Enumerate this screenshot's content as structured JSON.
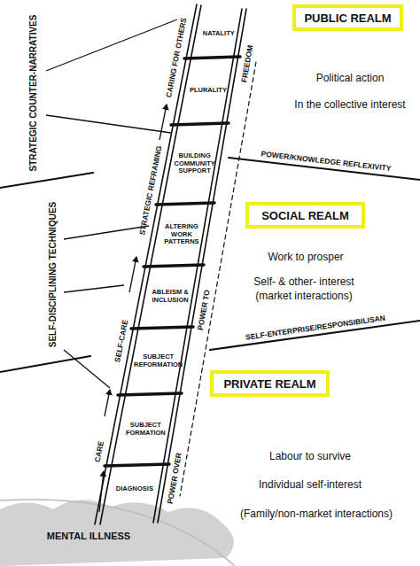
{
  "diagram": {
    "nodes": [
      {
        "text": [
          "NATALITY"
        ]
      },
      {
        "text": [
          "PLURALITY"
        ]
      },
      {
        "text": [
          "BUILDING COMMUNITY SUPPORT"
        ]
      },
      {
        "text": [
          "ALTERING WORK PATTERNS"
        ]
      },
      {
        "text": [
          "ABLEISM & INCLUSION"
        ]
      },
      {
        "text": [
          "SUBJECT REFORMATION"
        ]
      },
      {
        "text": [
          "SUBJECT FORMATION"
        ]
      },
      {
        "text": [
          "DIAGNOSIS"
        ]
      },
      {
        "text": [
          "PUBLIC REALM"
        ]
      },
      {
        "text": [
          "SOCIAL REALM"
        ]
      },
      {
        "text": [
          "PRIVATE REALM"
        ]
      }
    ],
    "labels": [
      "STRATEGIC COUNTER-NARRATIVES",
      "SELF-DISCIPLINING TECHNIQUES",
      "CARING FOR OTHERS",
      "STRATEGIC REFRAMING",
      "SELF-CARE",
      "CARE",
      "FREEDOM",
      "POWER TO",
      "POWER OVER",
      "POWER/KNOWLEDGE REFLEXIVITY",
      "SELF-ENTERPRISE/RESPONSIBILISAN",
      "Political action",
      "In the collective interest",
      "Work to prosper",
      "Self- & other- interest",
      "(market interactions)",
      "Labour to survive",
      "Individual self-interest",
      "(Family/non-market interactions)",
      "MENTAL ILLNESS"
    ]
  }
}
